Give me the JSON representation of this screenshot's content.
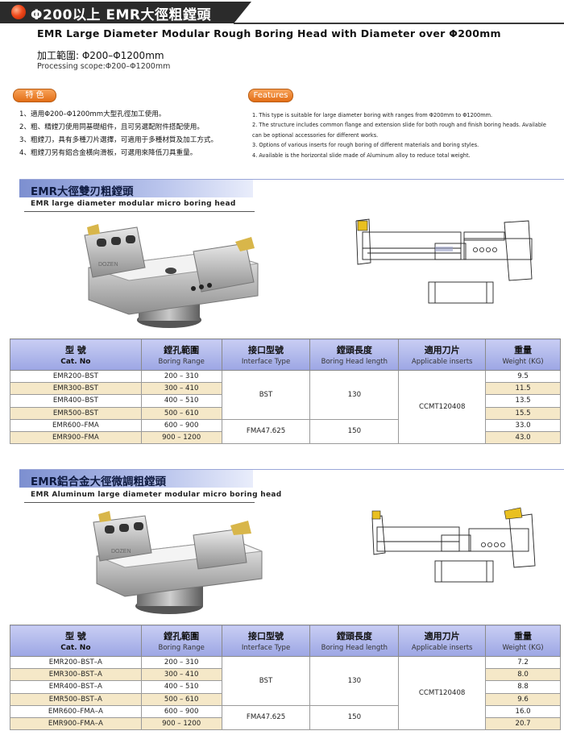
{
  "header": {
    "title": "Φ200以上 EMR大徑粗鏜頭",
    "subtitle": "EMR  Large Diameter Modular Rough Boring Head with Diameter over Φ200mm",
    "scope_zh": "加工範圍: Φ200–Φ1200mm",
    "scope_en": "Processing scope:Φ200–Φ1200mm"
  },
  "features": {
    "zh_label": "特 色",
    "en_label": "Features",
    "zh_items": [
      "1、適用Φ200–Φ1200mm大型孔徑加工使用。",
      "2、粗、精鏜刀使用同基礎組件，且可另選配附件搭配使用。",
      "3、粗鏜刀，具有多種刀片選擇，可適用于多種材質及加工方式。",
      "4、粗鏜刀另有鋁合金橫向滑板，可選用來降低刀具重量。"
    ],
    "en_items": [
      "1.  This type is suitable for large diameter boring with ranges from Φ200mm to Φ1200mm.",
      "2.  The structure includes common flange and  extension slide for both rough and finish boring heads.  Available",
      "     can be optional accessories for different works.",
      "3.  Options of various inserts for rough boring of different materials and boring styles.",
      "4.  Available is the horizontal slide made of  Aluminum alloy to reduce total weight."
    ]
  },
  "columns": [
    {
      "zh": "型 號",
      "en": "Cat. No"
    },
    {
      "zh": "鏜孔範圍",
      "en": "Boring Range"
    },
    {
      "zh": "接口型號",
      "en": "Interface Type"
    },
    {
      "zh": "鏜頭長度",
      "en": "Boring Head length"
    },
    {
      "zh": "適用刀片",
      "en": "Applicable inserts"
    },
    {
      "zh": "重量",
      "en": "Weight (KG)"
    }
  ],
  "section1": {
    "title": "EMR大徑雙刃粗鏜頭",
    "subtitle": "EMR  large diameter modular micro boring head",
    "product_engraving": "DOZEN",
    "rows": [
      {
        "cat": "EMR200–BST",
        "range": "200 – 310",
        "weight": "9.5"
      },
      {
        "cat": "EMR300–BST",
        "range": "300 – 410",
        "weight": "11.5"
      },
      {
        "cat": "EMR400–BST",
        "range": "400 – 510",
        "weight": "13.5"
      },
      {
        "cat": "EMR500–BST",
        "range": "500 – 610",
        "weight": "15.5"
      },
      {
        "cat": "EMR600–FMA",
        "range": "600 – 900",
        "weight": "33.0"
      },
      {
        "cat": "EMR900–FMA",
        "range": "900 – 1200",
        "weight": "43.0"
      }
    ],
    "interface_bst": "BST",
    "interface_fma": "FMA47.625",
    "length_130": "130",
    "length_150": "150",
    "insert": "CCMT120408"
  },
  "section2": {
    "title": "EMR鋁合金大徑微調粗鏜頭",
    "subtitle": "EMR  Aluminum large diameter modular micro boring head",
    "product_engraving": "DOZEN",
    "rows": [
      {
        "cat": "EMR200–BST–A",
        "range": "200 – 310",
        "weight": "7.2"
      },
      {
        "cat": "EMR300–BST–A",
        "range": "300 – 410",
        "weight": "8.0"
      },
      {
        "cat": "EMR400–BST–A",
        "range": "400 – 510",
        "weight": "8.8"
      },
      {
        "cat": "EMR500–BST–A",
        "range": "500 – 610",
        "weight": "9.6"
      },
      {
        "cat": "EMR600–FMA–A",
        "range": "600 – 900",
        "weight": "16.0"
      },
      {
        "cat": "EMR900–FMA–A",
        "range": "900 – 1200",
        "weight": "20.7"
      }
    ],
    "interface_bst": "BST",
    "interface_fma": "FMA47.625",
    "length_130": "130",
    "length_150": "150",
    "insert": "CCMT120408"
  },
  "colors": {
    "header_dark": "#2b2b2b",
    "accent_orange": "#e36e16",
    "section_blue": "#7c8fd0",
    "table_header": "#9ca6e4",
    "row_shade": "#f5e8c8"
  }
}
